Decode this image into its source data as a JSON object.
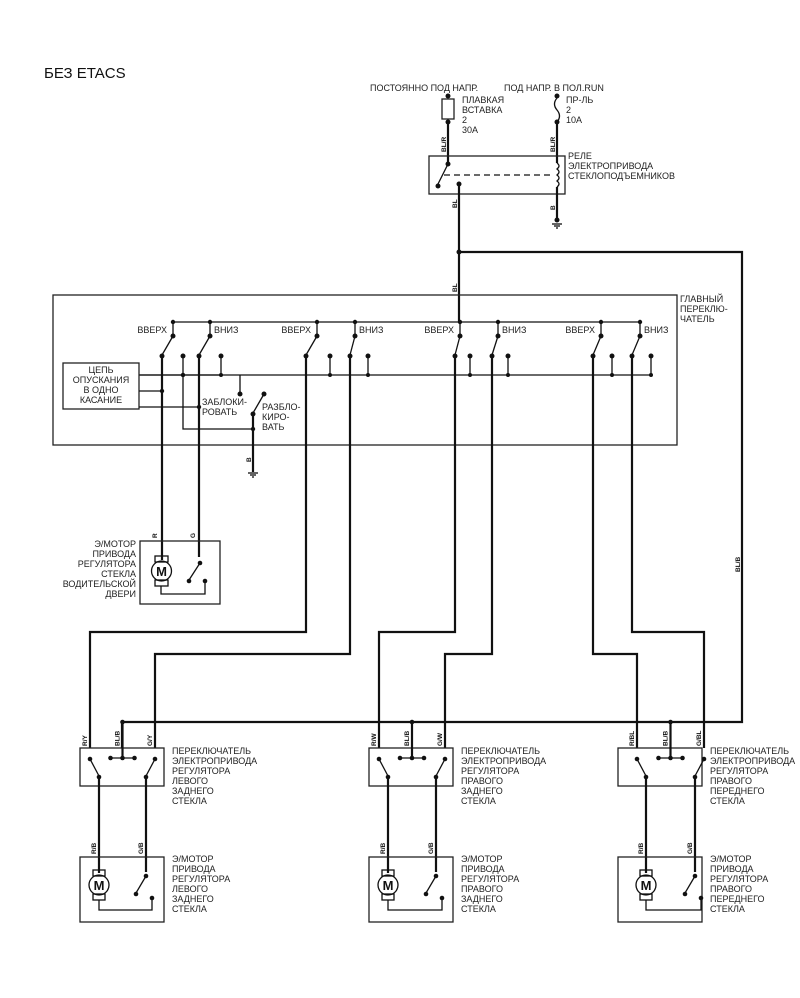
{
  "title": "БЕЗ ETACS",
  "power": {
    "constant_label": "ПОСТОЯННО ПОД НАПР.",
    "run_label": "ПОД НАПР. В ПОЛ.RUN",
    "fusible_link": [
      "ПЛАВКАЯ",
      "ВСТАВКА",
      "2",
      "30A"
    ],
    "fuse": [
      "ПР-ЛЬ",
      "2",
      "10A"
    ]
  },
  "relay": {
    "label": [
      "РЕЛЕ",
      "ЭЛЕКТРОПРИВОДА",
      "СТЕКЛОПОДЪЕМНИКОВ"
    ]
  },
  "main_switch": {
    "label": [
      "ГЛАВНЫЙ",
      "ПЕРЕКЛЮ-",
      "ЧАТЕЛЬ"
    ],
    "up": "ВВЕРХ",
    "down": "ВНИЗ",
    "one_touch": [
      "ЦЕПЬ",
      "ОПУСКАНИЯ",
      "В ОДНО",
      "КАСАНИЕ"
    ],
    "lock": [
      "ЗАБЛОКИ-",
      "РОВАТЬ"
    ],
    "unlock": [
      "РАЗБЛО-",
      "КИРО-",
      "ВАТЬ"
    ]
  },
  "driver_motor": {
    "label": [
      "Э/МОТОР",
      "ПРИВОДА",
      "РЕГУЛЯТОРА",
      "СТЕКЛА",
      "ВОДИТЕЛЬСКОЙ",
      "ДВЕРИ"
    ]
  },
  "motor_symbol": "M",
  "door_switches": [
    {
      "label": [
        "ПЕРЕКЛЮЧАТЕЛЬ",
        "ЭЛЕКТРОПРИВОДА",
        "РЕГУЛЯТОРА",
        "ЛЕВОГО",
        "ЗАДНЕГО",
        "СТЕКЛА"
      ],
      "wires": [
        "R/Y",
        "BL/B",
        "G/Y"
      ]
    },
    {
      "label": [
        "ПЕРЕКЛЮЧАТЕЛЬ",
        "ЭЛЕКТРОПРИВОДА",
        "РЕГУЛЯТОРА",
        "ПРАВОГО",
        "ЗАДНЕГО",
        "СТЕКЛА"
      ],
      "wires": [
        "R/W",
        "BL/B",
        "G/W"
      ]
    },
    {
      "label": [
        "ПЕРЕКЛЮЧАТЕЛЬ",
        "ЭЛЕКТРОПРИВОДА",
        "РЕГУЛЯТОРА",
        "ПРАВОГО",
        "ПЕРЕДНЕГО",
        "СТЕКЛА"
      ],
      "wires": [
        "R/BL",
        "BL/B",
        "G/BL"
      ]
    }
  ],
  "door_motors": [
    {
      "label": [
        "Э/МОТОР",
        "ПРИВОДА",
        "РЕГУЛЯТОРА",
        "ЛЕВОГО",
        "ЗАДНЕГО",
        "СТЕКЛА"
      ],
      "wires": [
        "R/B",
        "G/B"
      ]
    },
    {
      "label": [
        "Э/МОТОР",
        "ПРИВОДА",
        "РЕГУЛЯТОРА",
        "ПРАВОГО",
        "ЗАДНЕГО",
        "СТЕКЛА"
      ],
      "wires": [
        "R/B",
        "G/B"
      ]
    },
    {
      "label": [
        "Э/МОТОР",
        "ПРИВОДА",
        "РЕГУЛЯТОРА",
        "ПРАВОГО",
        "ПЕРЕДНЕГО",
        "СТЕКЛА"
      ],
      "wires": [
        "R/B",
        "G/B"
      ]
    }
  ],
  "wire_codes": {
    "fuse_out": "BL/R",
    "relay_out": "BL",
    "ground": "B",
    "driver_r": "R",
    "driver_g": "G",
    "bus": "BL/B"
  }
}
